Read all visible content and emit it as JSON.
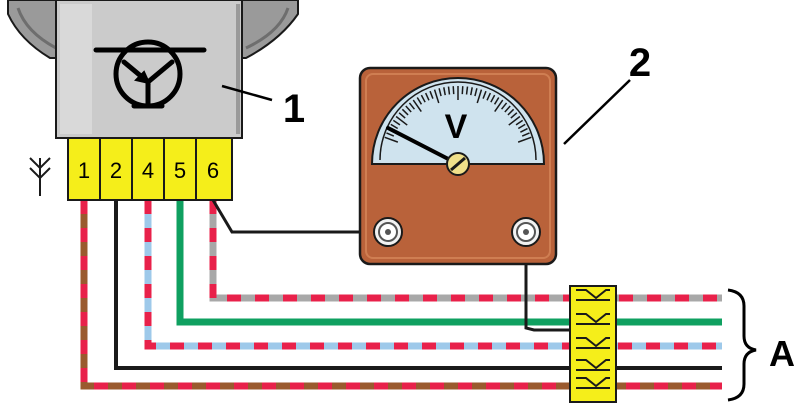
{
  "labels": {
    "module": "1",
    "voltmeter": "2",
    "harness": "A",
    "meter_unit": "V"
  },
  "connector_pins": [
    "1",
    "2",
    "4",
    "5",
    "6"
  ],
  "colors": {
    "brown": "#9a5a2e",
    "red_stripe": "#e8214a",
    "black": "#1a1a1a",
    "light_blue": "#9ec9ea",
    "green": "#0fa060",
    "grey": "#a8a8a8",
    "connector_yellow": "#f5ee1a",
    "module_grey": "#c9c9c9",
    "meter_brown": "#b9623a",
    "dial_face": "#cfe3ee"
  },
  "icons": {
    "module_symbol": "transistor-icon",
    "ground_symbol": "antenna-ground-icon",
    "meter_knob": "adjust-screw-icon"
  }
}
